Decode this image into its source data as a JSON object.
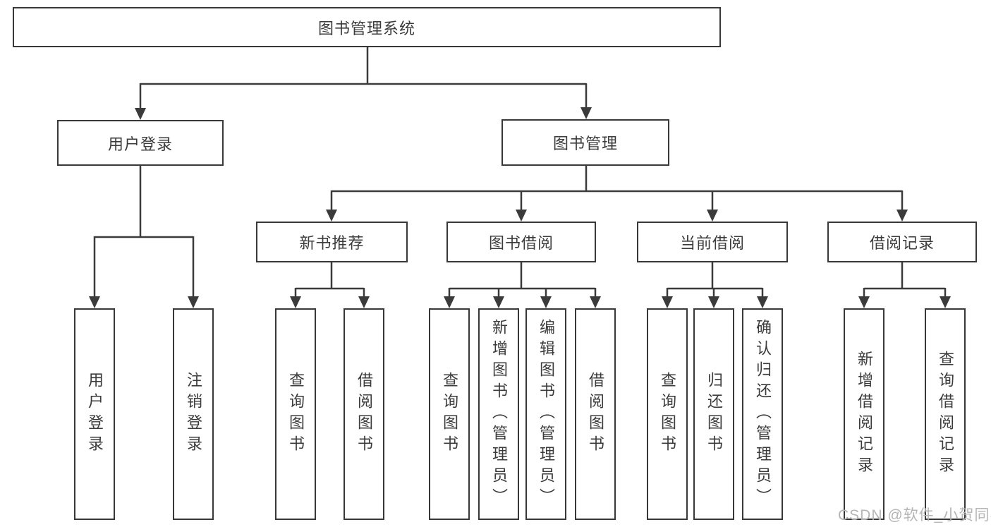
{
  "diagram": {
    "root": {
      "label": "图书管理系统"
    },
    "login": {
      "label": "用户登录",
      "children": [
        {
          "label": "用户登录"
        },
        {
          "label": "注销登录"
        }
      ]
    },
    "management": {
      "label": "图书管理",
      "sections": [
        {
          "label": "新书推荐",
          "children": [
            {
              "label": "查询图书"
            },
            {
              "label": "借阅图书"
            }
          ]
        },
        {
          "label": "图书借阅",
          "children": [
            {
              "label": "查询图书"
            },
            {
              "label": "新增图书（管理员）"
            },
            {
              "label": "编辑图书（管理员）"
            },
            {
              "label": "借阅图书"
            }
          ]
        },
        {
          "label": "当前借阅",
          "children": [
            {
              "label": "查询图书"
            },
            {
              "label": "归还图书"
            },
            {
              "label": "确认归还（管理员）"
            }
          ]
        },
        {
          "label": "借阅记录",
          "children": [
            {
              "label": "新增借阅记录"
            },
            {
              "label": "查询借阅记录"
            }
          ]
        }
      ]
    }
  },
  "watermark": "CSDN @软件_小贺同学",
  "colors": {
    "line": "#3b3b3b",
    "box_border": "#383838",
    "text": "#3b3b3b",
    "watermark": "#b5b5b5",
    "background": "#ffffff"
  }
}
